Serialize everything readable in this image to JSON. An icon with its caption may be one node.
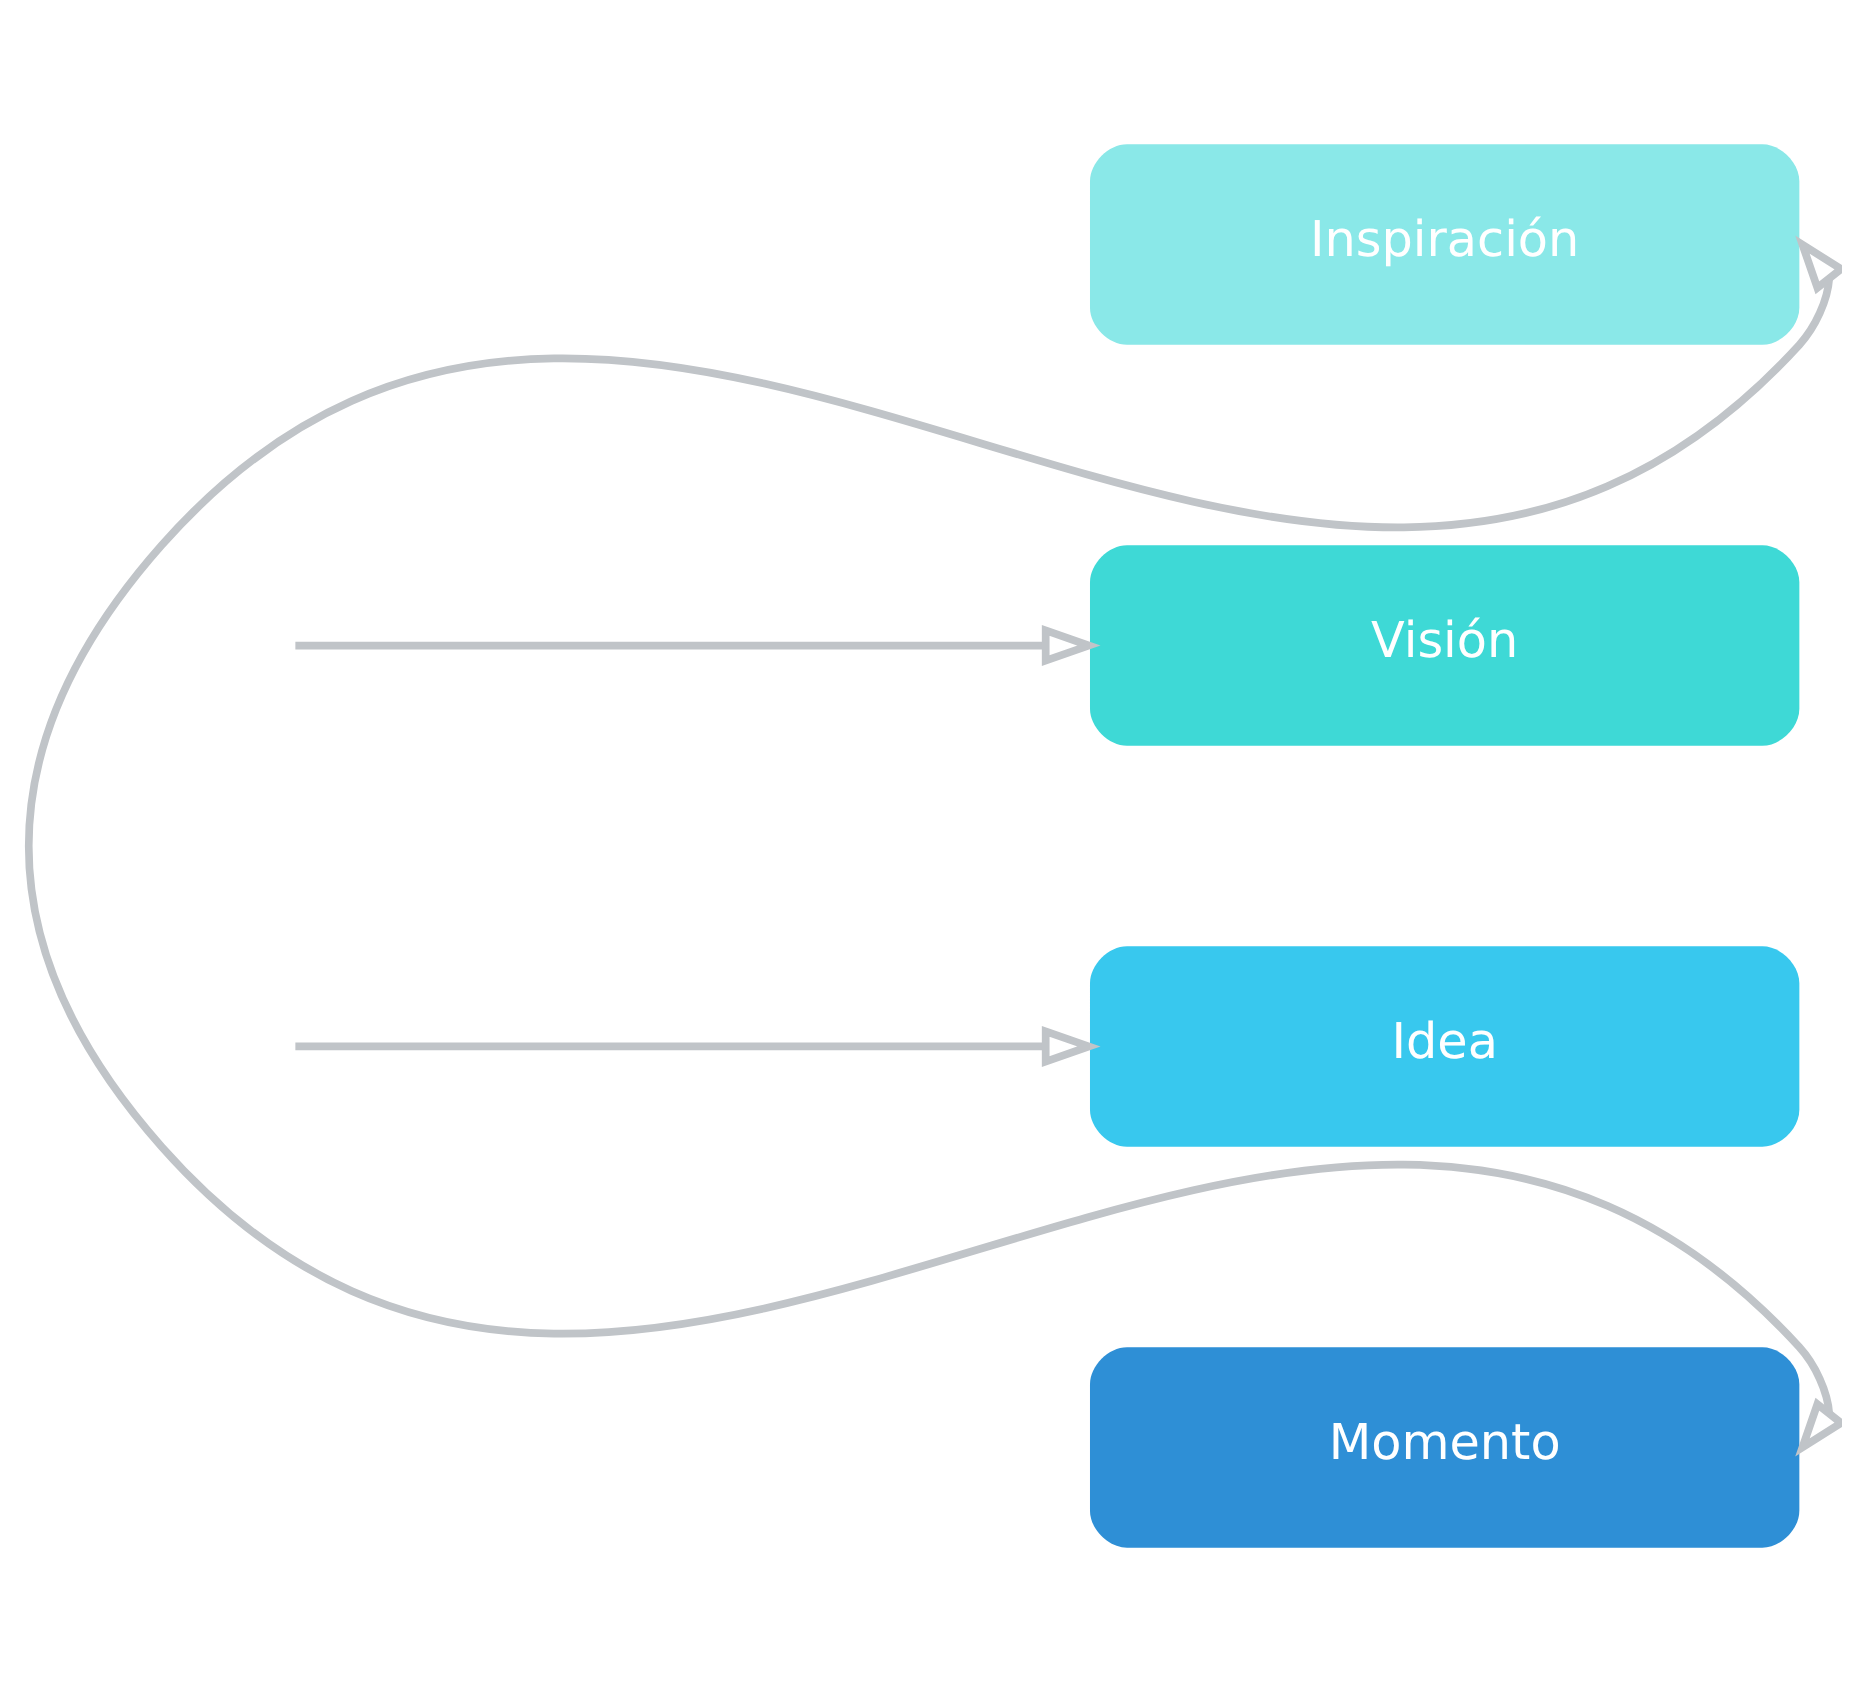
{
  "diagram": {
    "nodes": [
      {
        "text": [
          "Inspiración"
        ]
      },
      {
        "text": [
          "Visión"
        ]
      },
      {
        "text": [
          "Idea"
        ]
      },
      {
        "text": [
          "Momento"
        ]
      }
    ],
    "edges": [
      {
        "from": 3,
        "to": 0,
        "arrow": "both"
      },
      {
        "from": null,
        "to": 1,
        "arrow": "to"
      },
      {
        "from": null,
        "to": 2,
        "arrow": "to"
      }
    ]
  }
}
